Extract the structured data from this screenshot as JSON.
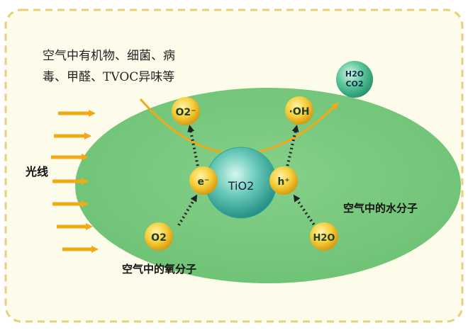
{
  "caption": {
    "line1": "空气中有机物、细菌、病",
    "line2": "毒、甲醛、TVOC异味等"
  },
  "labels": {
    "light": "光线",
    "oxygen_molecules": "空气中的氧分子",
    "water_molecules": "空气中的水分子"
  },
  "nodes": {
    "tio2": "TiO2",
    "electron": "e⁻",
    "hole": "h⁺",
    "o2": "O2",
    "superoxide": "O2⁻",
    "hydroxyl": "·OH",
    "h2o": "H2O"
  },
  "products": {
    "line1": "H2O",
    "line2": "CO2"
  },
  "colors": {
    "background_panel": "#fdfbe9",
    "panel_border": "#e8cf7c",
    "ellipse": "#78cb7e",
    "tio2_sphere": "#2aa99a",
    "node_yellow": "#f4c632",
    "arrows": "#f2a918",
    "product_ball": "#3fb78c"
  }
}
